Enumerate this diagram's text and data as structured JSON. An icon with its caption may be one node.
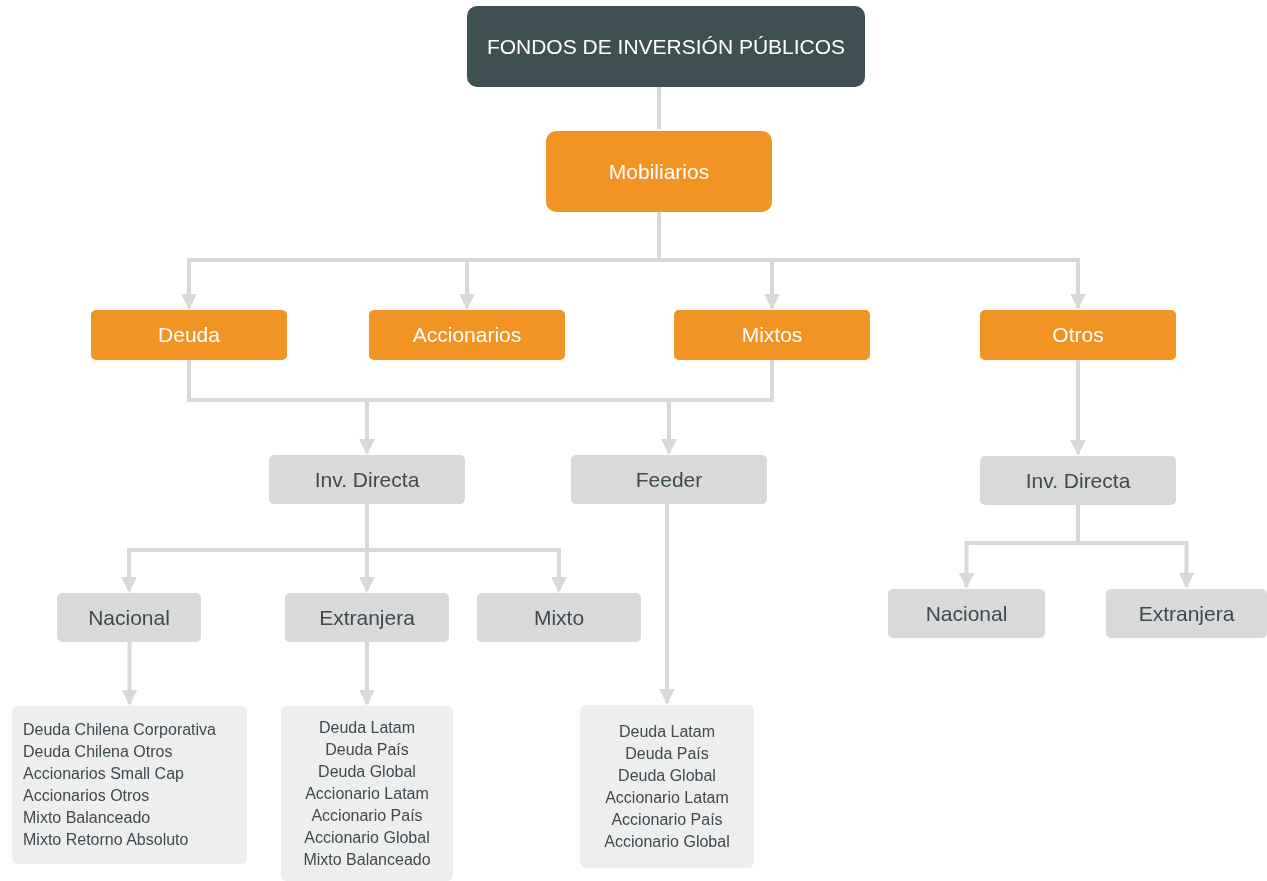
{
  "diagram": {
    "nodes": [
      {
        "text": [
          "FONDOS DE INVERSIÓN PÚBLICOS"
        ]
      },
      {
        "text": [
          "Mobiliarios"
        ]
      },
      {
        "text": [
          "Deuda"
        ]
      },
      {
        "text": [
          "Accionarios"
        ]
      },
      {
        "text": [
          "Mixtos"
        ]
      },
      {
        "text": [
          "Otros"
        ]
      },
      {
        "text": [
          "Inv. Directa"
        ]
      },
      {
        "text": [
          "Feeder"
        ]
      },
      {
        "text": [
          "Inv. Directa"
        ]
      },
      {
        "text": [
          "Nacional"
        ]
      },
      {
        "text": [
          "Extranjera"
        ]
      },
      {
        "text": [
          "Mixto"
        ]
      },
      {
        "text": [
          "Nacional"
        ]
      },
      {
        "text": [
          "Extranjera"
        ]
      },
      {
        "text": [
          "Deuda Chilena Corporativa",
          "Deuda Chilena Otros",
          "Accionarios Small Cap",
          "Accionarios Otros",
          "Mixto Balanceado",
          "Mixto Retorno Absoluto"
        ]
      },
      {
        "text": [
          "Deuda Latam",
          "Deuda País",
          "Deuda Global",
          "Accionario Latam",
          "Accionario País",
          "Accionario Global",
          "Mixto Balanceado"
        ]
      },
      {
        "text": [
          "Deuda Latam",
          "Deuda País",
          "Deuda Global",
          "Accionario Latam",
          "Accionario País",
          "Accionario Global"
        ]
      }
    ],
    "edges": [
      {
        "from": 0,
        "to": 1,
        "arrow": "none"
      },
      {
        "from": 1,
        "to": 2,
        "arrow": "to"
      },
      {
        "from": 1,
        "to": 3,
        "arrow": "to"
      },
      {
        "from": 1,
        "to": 4,
        "arrow": "to"
      },
      {
        "from": 1,
        "to": 5,
        "arrow": "to"
      },
      {
        "from": 2,
        "to": 6,
        "arrow": "to"
      },
      {
        "from": 2,
        "to": 7,
        "arrow": "to"
      },
      {
        "from": 4,
        "to": 6,
        "arrow": "to"
      },
      {
        "from": 4,
        "to": 7,
        "arrow": "to"
      },
      {
        "from": 5,
        "to": 8,
        "arrow": "to"
      },
      {
        "from": 6,
        "to": 9,
        "arrow": "to"
      },
      {
        "from": 6,
        "to": 10,
        "arrow": "to"
      },
      {
        "from": 6,
        "to": 11,
        "arrow": "to"
      },
      {
        "from": 7,
        "to": 16,
        "arrow": "to"
      },
      {
        "from": 8,
        "to": 12,
        "arrow": "to"
      },
      {
        "from": 8,
        "to": 13,
        "arrow": "to"
      },
      {
        "from": 9,
        "to": 14,
        "arrow": "to"
      },
      {
        "from": 10,
        "to": 15,
        "arrow": "to"
      }
    ]
  }
}
